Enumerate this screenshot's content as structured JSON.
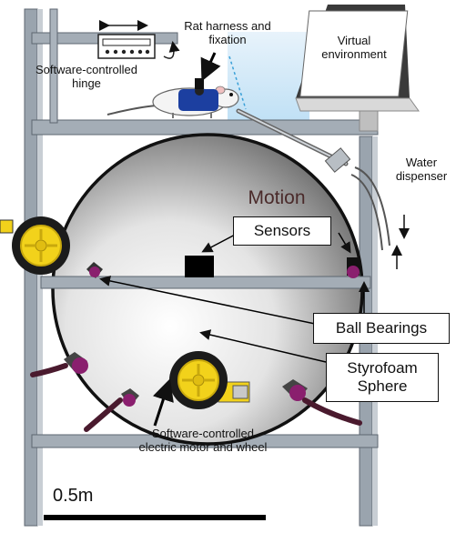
{
  "labels": {
    "hinge": "Software-controlled hinge",
    "harness": "Rat harness and fixation",
    "virtual_env": "Virtual environment",
    "water": "Water dispenser",
    "motion": "Motion",
    "sensors": "Sensors",
    "bearings": "Ball Bearings",
    "sphere_line1": "Styrofoam",
    "sphere_line2": "Sphere",
    "motor_line1": "Software-controlled",
    "motor_line2": "electric motor and wheel",
    "scale": "0.5m"
  },
  "colors": {
    "frame": "#8f9aa6",
    "frame_dark": "#5d6670",
    "wheel_yellow": "#f2d21b",
    "tire": "#1b1b1b",
    "bearing": "#8a1f6e",
    "monitor_screen": "#ffffff",
    "screen_glow": "#cfe6f6"
  }
}
